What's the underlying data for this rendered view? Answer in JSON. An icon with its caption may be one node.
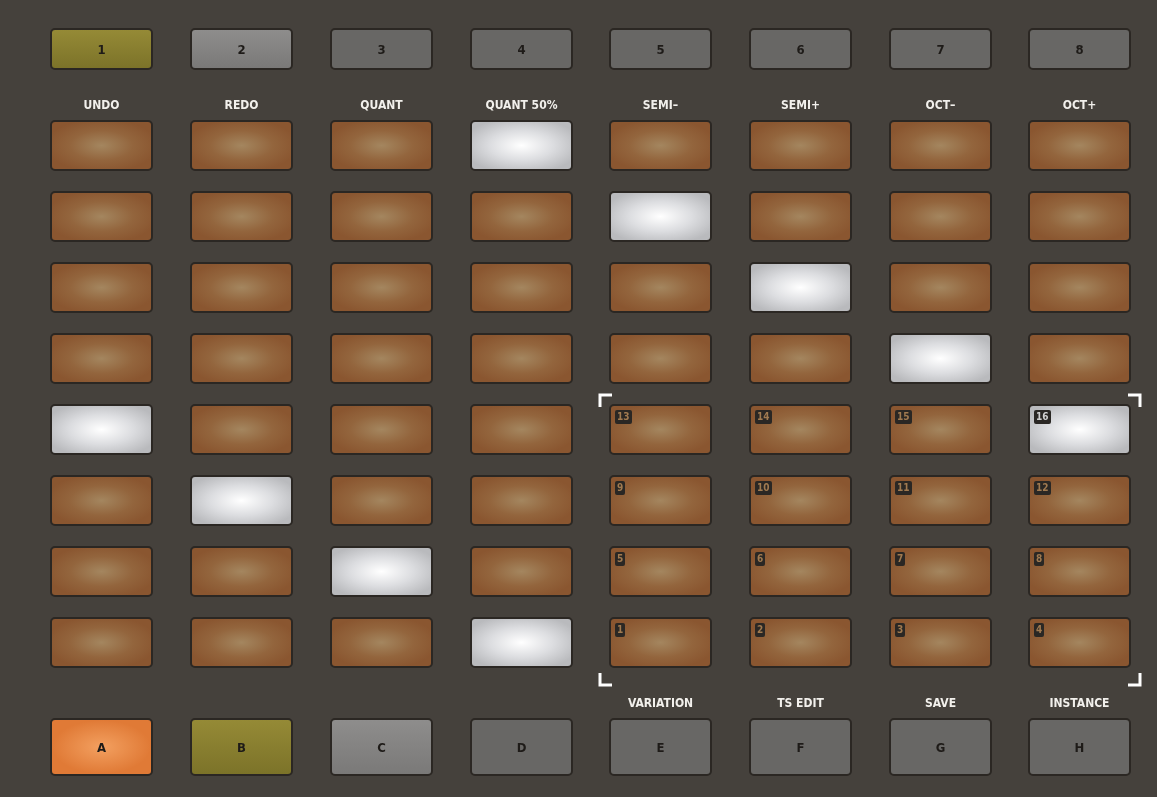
{
  "diagram": {
    "nodes": [
      {
        "text": [
          "1"
        ]
      },
      {
        "text": [
          "2"
        ]
      },
      {
        "text": [
          "3"
        ]
      },
      {
        "text": [
          "4"
        ]
      },
      {
        "text": [
          "5"
        ]
      },
      {
        "text": [
          "6"
        ]
      },
      {
        "text": [
          "7"
        ]
      },
      {
        "text": [
          "8"
        ]
      },
      {
        "text": [
          "UNDO"
        ]
      },
      {
        "text": [
          "REDO"
        ]
      },
      {
        "text": [
          "QUANT"
        ]
      },
      {
        "text": [
          "QUANT 50%"
        ]
      },
      {
        "text": [
          "SEMI–"
        ]
      },
      {
        "text": [
          "SEMI+"
        ]
      },
      {
        "text": [
          "OCT–"
        ]
      },
      {
        "text": [
          "OCT+"
        ]
      },
      {
        "text": [],
        "shape": "box"
      },
      {
        "text": [],
        "shape": "box"
      },
      {
        "text": [],
        "shape": "box"
      },
      {
        "text": [],
        "shape": "box"
      },
      {
        "text": [],
        "shape": "box"
      },
      {
        "text": [],
        "shape": "box"
      },
      {
        "text": [],
        "shape": "box"
      },
      {
        "text": [],
        "shape": "box"
      },
      {
        "text": [],
        "shape": "box"
      },
      {
        "text": [],
        "shape": "box"
      },
      {
        "text": [],
        "shape": "box"
      },
      {
        "text": [],
        "shape": "box"
      },
      {
        "text": [],
        "shape": "box"
      },
      {
        "text": [],
        "shape": "box"
      },
      {
        "text": [],
        "shape": "box"
      },
      {
        "text": [],
        "shape": "box"
      },
      {
        "text": [],
        "shape": "box"
      },
      {
        "text": [],
        "shape": "box"
      },
      {
        "text": [],
        "shape": "box"
      },
      {
        "text": [],
        "shape": "box"
      },
      {
        "text": [],
        "shape": "box"
      },
      {
        "text": [],
        "shape": "box"
      },
      {
        "text": [],
        "shape": "box"
      },
      {
        "text": [],
        "shape": "box"
      },
      {
        "text": [],
        "shape": "box"
      },
      {
        "text": [],
        "shape": "box"
      },
      {
        "text": [],
        "shape": "box"
      },
      {
        "text": [],
        "shape": "box"
      },
      {
        "text": [
          "13"
        ]
      },
      {
        "text": [
          "14"
        ]
      },
      {
        "text": [
          "15"
        ]
      },
      {
        "text": [
          "16"
        ]
      },
      {
        "text": [],
        "shape": "box"
      },
      {
        "text": [],
        "shape": "box"
      },
      {
        "text": [],
        "shape": "box"
      },
      {
        "text": [],
        "shape": "box"
      },
      {
        "text": [
          "9"
        ]
      },
      {
        "text": [
          "10"
        ]
      },
      {
        "text": [
          "11"
        ]
      },
      {
        "text": [
          "12"
        ]
      },
      {
        "text": [],
        "shape": "box"
      },
      {
        "text": [],
        "shape": "box"
      },
      {
        "text": [],
        "shape": "box"
      },
      {
        "text": [],
        "shape": "box"
      },
      {
        "text": [
          "5"
        ]
      },
      {
        "text": [
          "6"
        ]
      },
      {
        "text": [
          "7"
        ]
      },
      {
        "text": [
          "8"
        ]
      },
      {
        "text": [],
        "shape": "box"
      },
      {
        "text": [],
        "shape": "box"
      },
      {
        "text": [],
        "shape": "box"
      },
      {
        "text": [],
        "shape": "box"
      },
      {
        "text": [
          "1"
        ]
      },
      {
        "text": [
          "2"
        ]
      },
      {
        "text": [
          "3"
        ]
      },
      {
        "text": [
          "4"
        ]
      },
      {
        "text": [
          "A"
        ]
      },
      {
        "text": [
          "B"
        ]
      },
      {
        "text": [
          "C"
        ]
      },
      {
        "text": [
          "D"
        ]
      },
      {
        "text": [
          "VARIATION",
          "E"
        ]
      },
      {
        "text": [
          "TS EDIT",
          "F"
        ]
      },
      {
        "text": [
          "SAVE",
          "G"
        ]
      },
      {
        "text": [
          "INSTANCE",
          "H"
        ]
      }
    ]
  }
}
